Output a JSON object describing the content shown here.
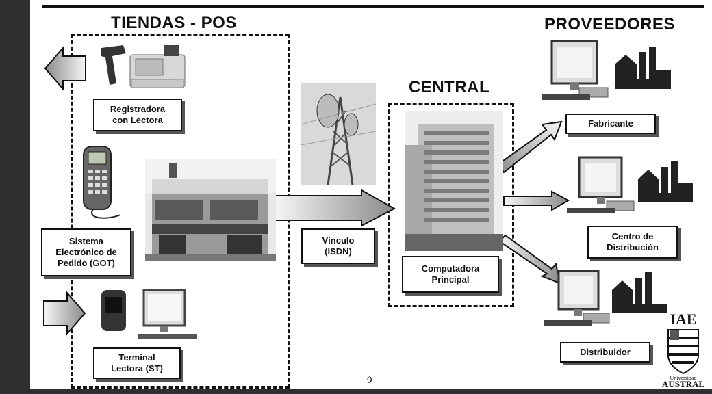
{
  "titles": {
    "stores": "TIENDAS - POS",
    "suppliers": "PROVEEDORES",
    "central": "CENTRAL"
  },
  "labels": {
    "register": "Registradora\ncon Lectora",
    "got": "Sistema\nElectrónico de\nPedido (GOT)",
    "st": "Terminal\nLectora (ST)",
    "link": "Vínculo\n(ISDN)",
    "computer": "Computadora\nPrincipal",
    "manufacturer": "Fabricante",
    "dc": "Centro de\nDistribución",
    "distributor": "Distribuidor"
  },
  "page_number": "9",
  "logo": {
    "top": "IAE",
    "university": "Universidad",
    "name": "AUSTRAL"
  },
  "colors": {
    "bars": "#2f2f2f",
    "arrow_fill_light": "#f4f4f4",
    "arrow_fill_dark": "#8a8a8a",
    "text": "#111111"
  }
}
